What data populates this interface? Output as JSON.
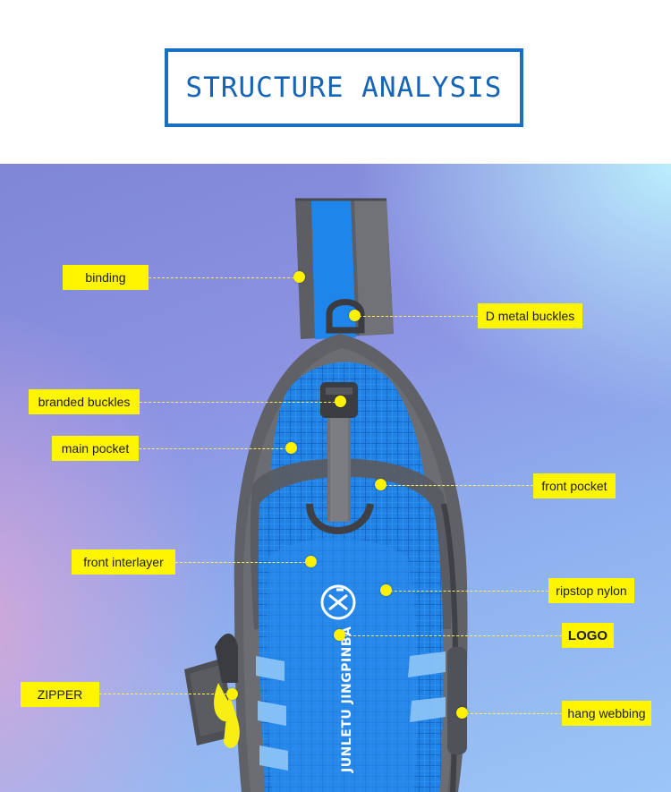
{
  "header": {
    "title": "STRUCTURE ANALYSIS"
  },
  "bag": {
    "brand_text": "JUNLETU JINGPINBA"
  },
  "labels": {
    "binding": "binding",
    "d_metal_buckles": "D metal buckles",
    "branded_buckles": "branded buckles",
    "main_pocket": "main pocket",
    "front_pocket": "front pocket",
    "front_interlayer": "front interlayer",
    "ripstop_nylon": "ripstop nylon",
    "logo": "LOGO",
    "zipper": "ZIPPER",
    "hang_webbing": "hang webbing"
  },
  "colors": {
    "title_border": "#1a6fc2",
    "label_fill": "#fff500",
    "bag_blue": "#1f7fe3",
    "bag_gray": "#5f6166"
  }
}
